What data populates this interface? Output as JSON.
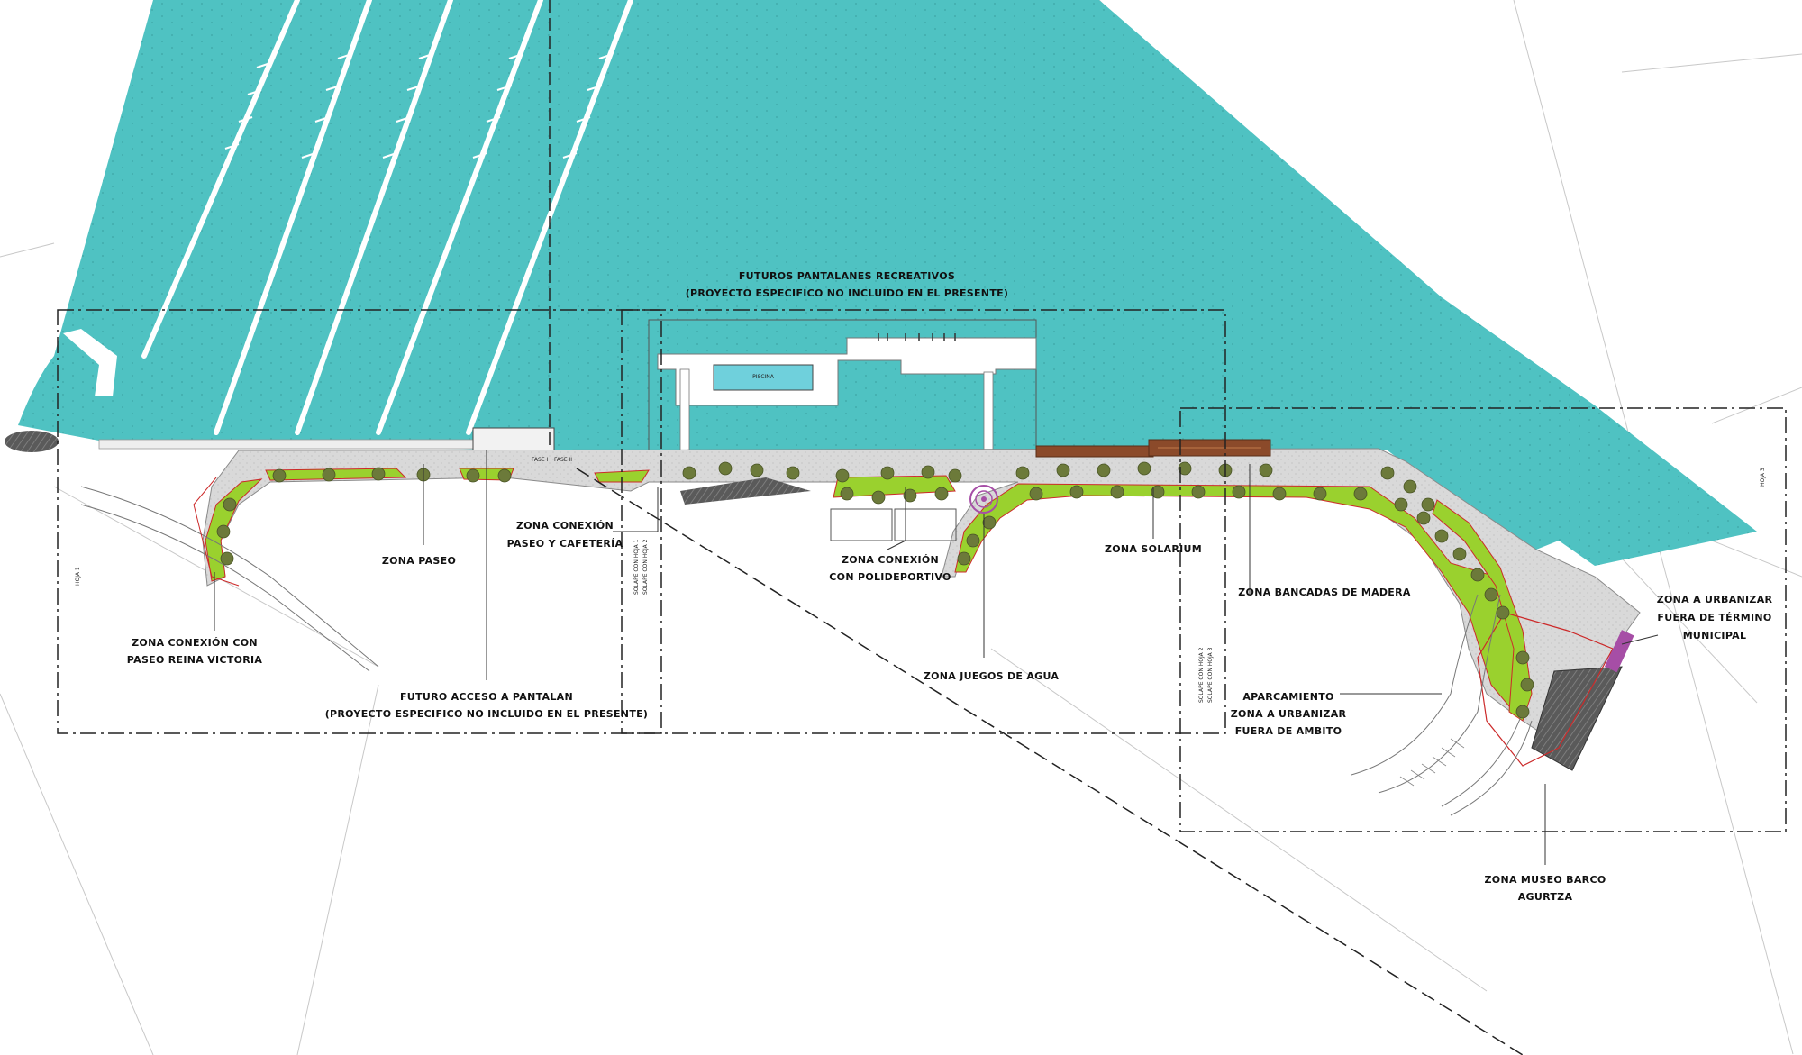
{
  "colors": {
    "water": "#4fc2c2",
    "water_dots": "#3a9c9c",
    "green": "#9ad12e",
    "tree": "#6c7a3a",
    "deck": "#8b4a2a",
    "walkway": "#d8d8d8",
    "magenta": "#a64ea6",
    "red_border": "#cc2a2a",
    "dark_parking": "#555555"
  },
  "labels": {
    "pantalanes_line1": "FUTUROS PANTALANES RECREATIVOS",
    "pantalanes_line2": "(PROYECTO ESPECIFICO NO INCLUIDO EN EL PRESENTE)",
    "zona_paseo": "ZONA PASEO",
    "conexion_cafe_line1": "ZONA CONEXIÓN",
    "conexion_cafe_line2": "PASEO Y CAFETERÍA",
    "conexion_poli_line1": "ZONA CONEXIÓN",
    "conexion_poli_line2": "CON POLIDEPORTIVO",
    "solarium": "ZONA SOLARIUM",
    "bancadas": "ZONA BANCADAS DE MADERA",
    "urbanizar_tm_line1": "ZONA A URBANIZAR",
    "urbanizar_tm_line2": "FUERA DE TÉRMINO",
    "urbanizar_tm_line3": "MUNICIPAL",
    "reina_line1": "ZONA CONEXIÓN CON",
    "reina_line2": "PASEO REINA VICTORIA",
    "acceso_line1": "FUTURO ACCESO A PANTALAN",
    "acceso_line2": "(PROYECTO ESPECIFICO NO INCLUIDO EN EL PRESENTE)",
    "juegos": "ZONA JUEGOS DE AGUA",
    "aparcamiento_line1": "APARCAMIENTO",
    "aparcamiento_line2": "ZONA A URBANIZAR",
    "aparcamiento_line3": "FUERA DE AMBITO",
    "museo_line1": "ZONA MUSEO BARCO",
    "museo_line2": "AGURTZA",
    "hoja1": "HOJA 1",
    "hoja3": "HOJA 3",
    "solape12a": "SOLAPE CON HOJA 1",
    "solape12b": "SOLAPE CON HOJA 2",
    "solape23a": "SOLAPE CON HOJA 2",
    "solape23b": "SOLAPE CON HOJA 3",
    "fase_i": "FASE I",
    "fase_ii": "FASE II",
    "piscina": "PISCINA"
  }
}
